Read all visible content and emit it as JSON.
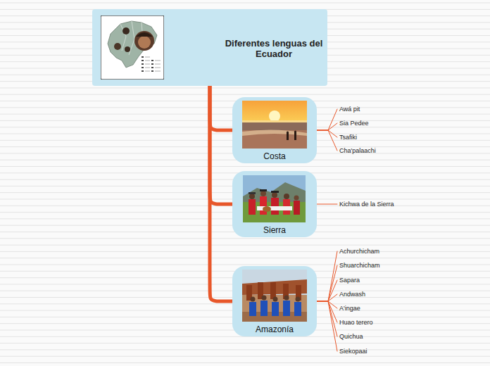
{
  "diagram": {
    "nodes": [
      {
        "text": [
          "Diferentes lenguas del Ecuador"
        ]
      },
      {
        "text": [
          "Costa"
        ]
      },
      {
        "text": [
          "Awá pit"
        ]
      },
      {
        "text": [
          "Sia Pedee"
        ]
      },
      {
        "text": [
          "Tsafiki"
        ]
      },
      {
        "text": [
          "Cha'palaachi"
        ]
      },
      {
        "text": [
          "Sierra"
        ]
      },
      {
        "text": [
          "Kichwa de la Sierra"
        ]
      },
      {
        "text": [
          "Amazonía"
        ]
      },
      {
        "text": [
          "Achurchicham"
        ]
      },
      {
        "text": [
          "Shuarchicham"
        ]
      },
      {
        "text": [
          "Sapara"
        ]
      },
      {
        "text": [
          "Andwash"
        ]
      },
      {
        "text": [
          "A'ingae"
        ]
      },
      {
        "text": [
          "Huao terero"
        ]
      },
      {
        "text": [
          "Quichua"
        ]
      },
      {
        "text": [
          "Siekopaai"
        ]
      }
    ],
    "edges": [
      {
        "from": 0,
        "to": 1,
        "arrow": "none"
      },
      {
        "from": 0,
        "to": 6,
        "arrow": "none"
      },
      {
        "from": 0,
        "to": 8,
        "arrow": "none"
      },
      {
        "from": 1,
        "to": 2,
        "arrow": "none"
      },
      {
        "from": 1,
        "to": 3,
        "arrow": "none"
      },
      {
        "from": 1,
        "to": 4,
        "arrow": "none"
      },
      {
        "from": 1,
        "to": 5,
        "arrow": "none"
      },
      {
        "from": 6,
        "to": 7,
        "arrow": "none"
      },
      {
        "from": 8,
        "to": 9,
        "arrow": "none"
      },
      {
        "from": 8,
        "to": 10,
        "arrow": "none"
      },
      {
        "from": 8,
        "to": 11,
        "arrow": "none"
      },
      {
        "from": 8,
        "to": 12,
        "arrow": "none"
      },
      {
        "from": 8,
        "to": 13,
        "arrow": "none"
      },
      {
        "from": 8,
        "to": 14,
        "arrow": "none"
      },
      {
        "from": 8,
        "to": 15,
        "arrow": "none"
      },
      {
        "from": 8,
        "to": 16,
        "arrow": "none"
      }
    ]
  }
}
